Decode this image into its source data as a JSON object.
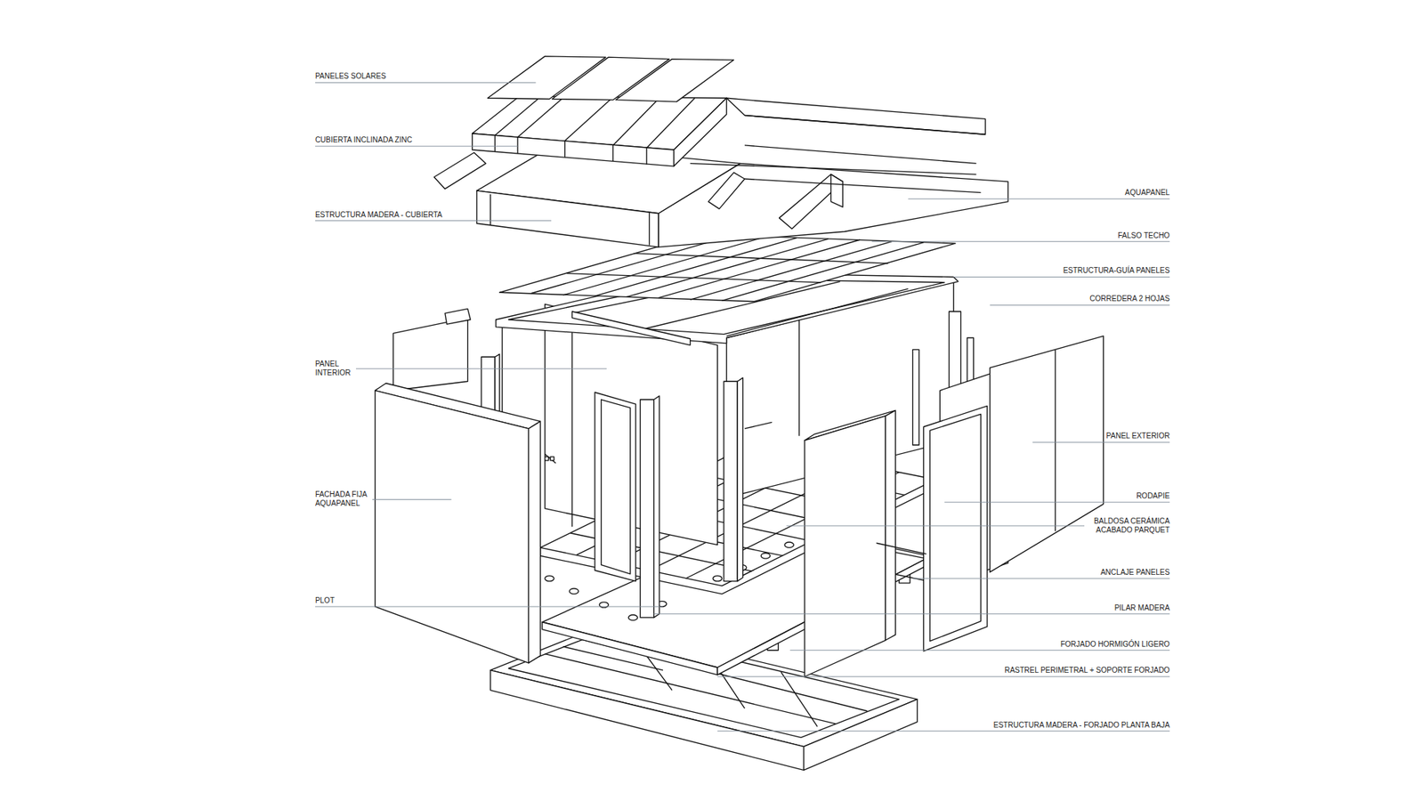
{
  "diagram": {
    "labels": [
      "PANELES SOLARES",
      "CUBIERTA INCLINADA ZINC",
      "ESTRUCTURA MADERA - CUBIERTA",
      "PANEL INTERIOR",
      "FACHADA FIJA AQUAPANEL",
      "PLOT",
      "AQUAPANEL",
      "FALSO TECHO",
      "ESTRUCTURA-GUÍA PANELES",
      "CORREDERA 2 HOJAS",
      "PANEL EXTERIOR",
      "RODAPIE",
      "BALDOSA CERÁMICA ACABADO PARQUET",
      "ANCLAJE PANELES",
      "PILAR MADERA",
      "FORJADO HORMIGÓN LIGERO",
      "RASTREL PERIMETRAL + SOPORTE FORJADO",
      "ESTRUCTURA MADERA - FORJADO PLANTA BAJA"
    ]
  }
}
